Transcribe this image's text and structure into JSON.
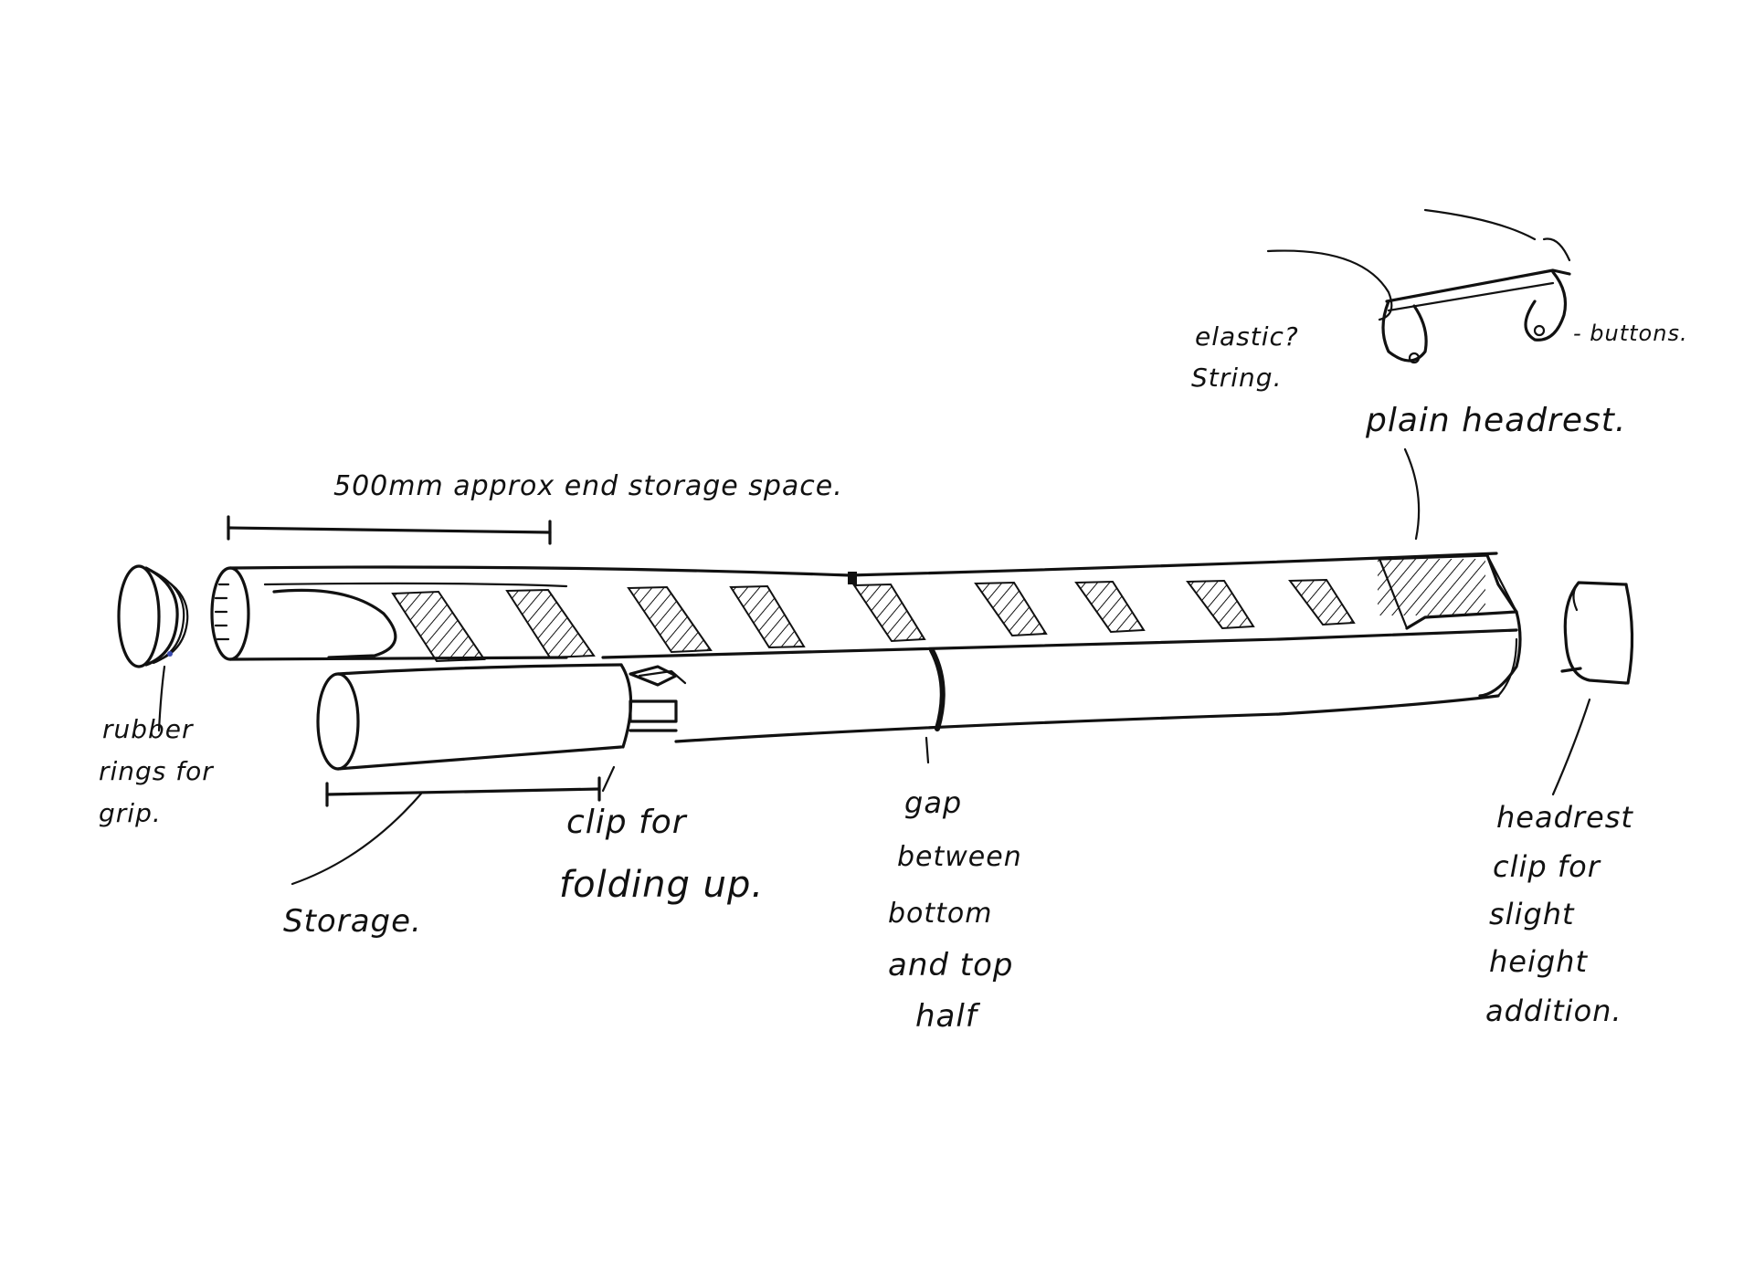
{
  "labels": {
    "dimension_top": "500mm approx end storage space.",
    "plain_headrest": "plain headrest.",
    "elastic_line1": "elastic?",
    "elastic_line2": "String.",
    "buttons": "- buttons.",
    "rubber_line1": "rubber",
    "rubber_line2": "rings for",
    "rubber_line3": "grip.",
    "storage": "Storage.",
    "clip_line1": "clip for",
    "clip_line2": "folding up.",
    "gap_line1": "gap",
    "gap_line2": "between",
    "gap_line3": "bottom",
    "gap_line4": "and top",
    "gap_line5": "half",
    "headrest_line1": "headrest",
    "headrest_line2": "clip for",
    "headrest_line3": "slight",
    "headrest_line4": "height",
    "headrest_line5": "addition."
  },
  "colors": {
    "ink": "#111111",
    "paper": "#ffffff",
    "accent_dot": "#3a4bb0"
  }
}
